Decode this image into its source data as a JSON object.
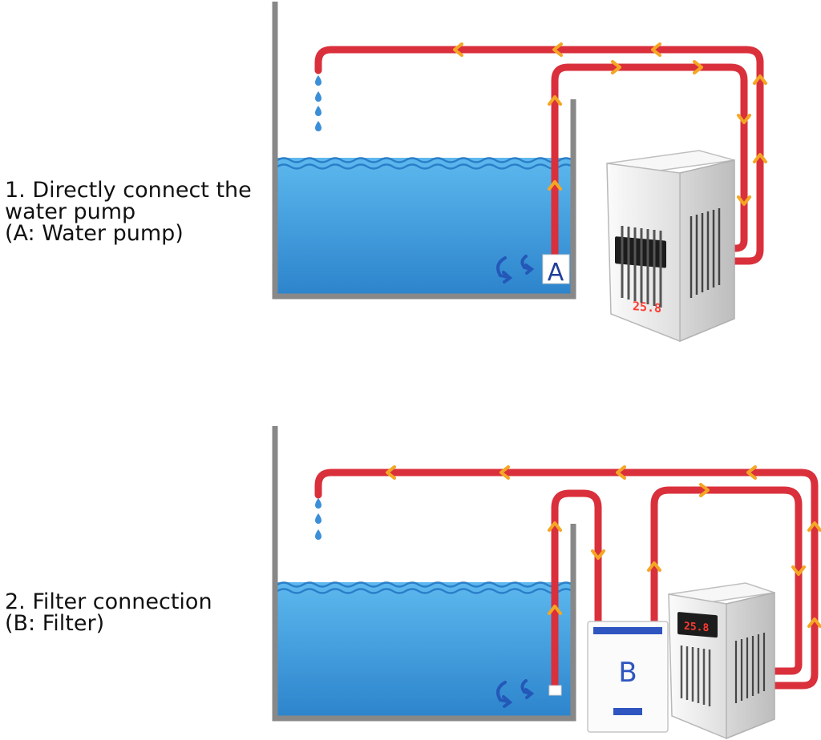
{
  "captions": {
    "direct": {
      "line1": "1. Directly connect the",
      "line2": "water pump",
      "line3": "(A: Water pump)"
    },
    "filter": {
      "line1": "2. Filter connection",
      "line2": "(B: Filter)"
    }
  },
  "labels": {
    "pump": "A",
    "filter": "B"
  },
  "chiller_display": {
    "top": "25.8",
    "bottom": "25.8"
  },
  "colors": {
    "pipe": "#d9303c",
    "arrow": "#f5a623",
    "water": "#3a9ee0",
    "water_deep": "#2f86cf",
    "tank_wall": "#888888",
    "chiller_body": "#f1f1f1",
    "display_bg": "#1c1c1c",
    "display_text": "#ff3b30",
    "flow_arrow": "#2458b8",
    "filter_trim": "#2f55c0"
  }
}
